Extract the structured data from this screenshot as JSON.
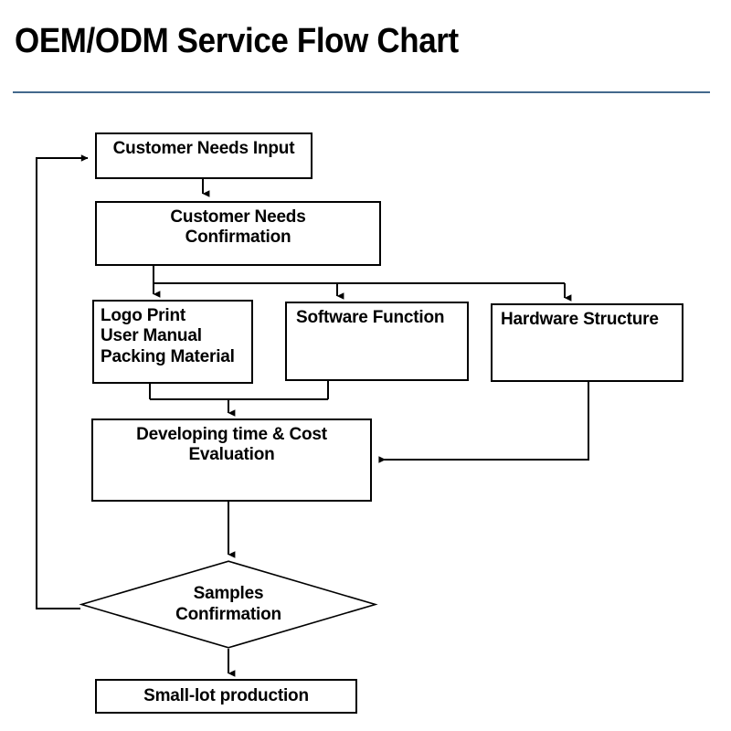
{
  "page": {
    "title": "OEM/ODM Service Flow Chart",
    "rule_color": "#43698c",
    "background": "#ffffff",
    "line_color": "#000000"
  },
  "chart_data": {
    "type": "diagram",
    "title": "OEM/ODM Service Flow Chart",
    "nodes": [
      {
        "id": "n1",
        "label": "Customer Needs Input",
        "shape": "rectangle",
        "align": "center"
      },
      {
        "id": "n2",
        "label": "Customer Needs\nConfirmation",
        "line1": "Customer Needs",
        "line2": "Confirmation",
        "shape": "rectangle",
        "align": "center"
      },
      {
        "id": "n3",
        "label": "Logo Print\nUser Manual\nPacking Material",
        "line1": "Logo Print",
        "line2": "User Manual",
        "line3": "Packing Material",
        "shape": "rectangle",
        "align": "left"
      },
      {
        "id": "n4",
        "label": "Software Function",
        "shape": "rectangle",
        "align": "left"
      },
      {
        "id": "n5",
        "label": "Hardware Structure",
        "shape": "rectangle",
        "align": "left"
      },
      {
        "id": "n6",
        "label": "Developing time & Cost\nEvaluation",
        "line1": "Developing time & Cost",
        "line2": "Evaluation",
        "shape": "rectangle",
        "align": "center"
      },
      {
        "id": "n7",
        "label": "Samples\nConfirmation",
        "line1": "Samples",
        "line2": "Confirmation",
        "shape": "diamond",
        "align": "center"
      },
      {
        "id": "n8",
        "label": "Small-lot production",
        "shape": "rectangle",
        "align": "center"
      }
    ],
    "edges": [
      {
        "from": "n1",
        "to": "n2",
        "type": "arrow"
      },
      {
        "from": "n2",
        "to": "n3",
        "type": "arrow"
      },
      {
        "from": "n2",
        "to": "n4",
        "type": "arrow"
      },
      {
        "from": "n2",
        "to": "n5",
        "type": "arrow"
      },
      {
        "from": "n3",
        "to": "n6",
        "type": "arrow"
      },
      {
        "from": "n4",
        "to": "n6",
        "type": "arrow"
      },
      {
        "from": "n5",
        "to": "n6",
        "type": "arrow"
      },
      {
        "from": "n6",
        "to": "n7",
        "type": "arrow"
      },
      {
        "from": "n7",
        "to": "n8",
        "type": "arrow"
      },
      {
        "from": "n7",
        "to": "n1",
        "type": "arrow-feedback"
      }
    ]
  }
}
